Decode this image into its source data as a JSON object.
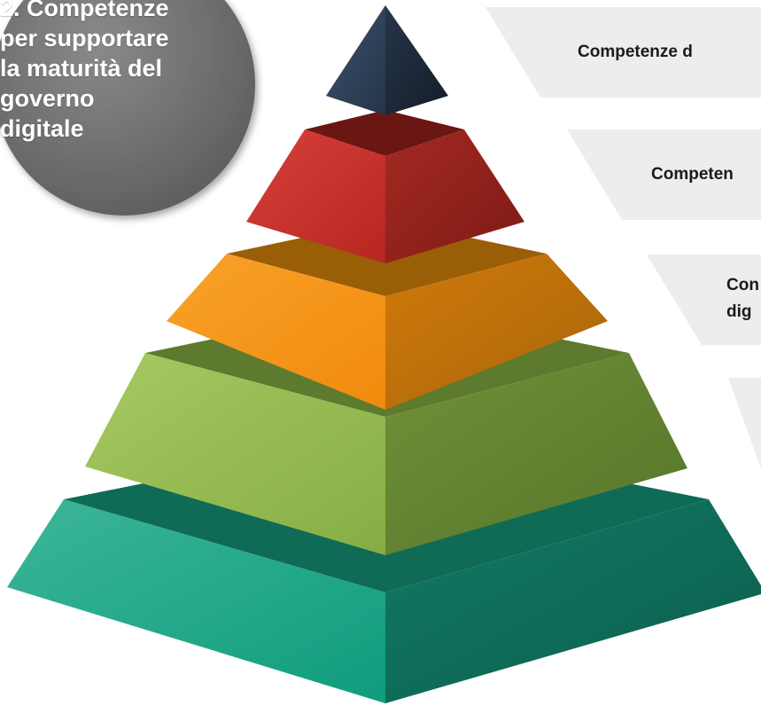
{
  "callout": {
    "label": "2. Competenze\nper supportare\nla maturità del\ngoverno\ndigitale"
  },
  "banners": [
    {
      "text": "Competenze d"
    },
    {
      "text": "Competen"
    },
    {
      "text": "Con\ndig"
    },
    {
      "text": ""
    }
  ],
  "colors": {
    "circle": "#7a7a7a",
    "banner": "#efefef",
    "tier_top": "#2b3a4e",
    "tier_red": "#c0302a",
    "tier_orange": "#f08c10",
    "tier_lightgreen": "#8db54a",
    "tier_teal": "#169a7e"
  }
}
